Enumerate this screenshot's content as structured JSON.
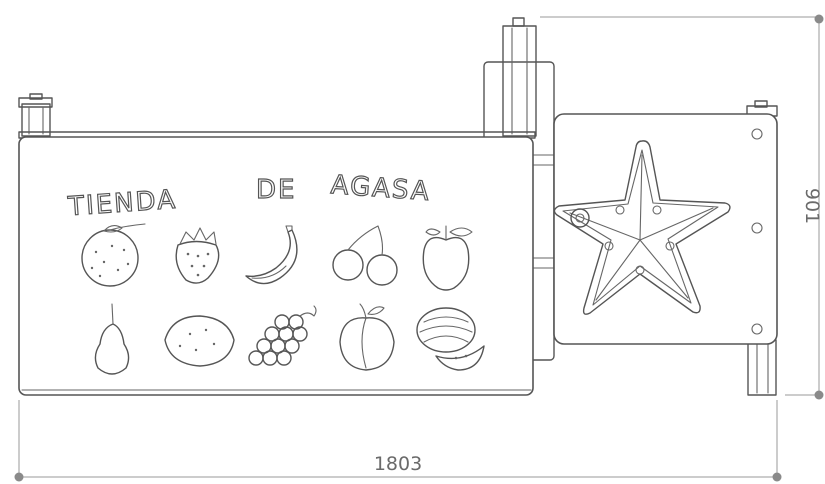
{
  "panel": {
    "title_words": [
      "TIENDA",
      "DE",
      "AGASA"
    ]
  },
  "fruits_row1": [
    "orange-icon",
    "strawberry-icon",
    "banana-icon",
    "cherries-icon",
    "apple-icon"
  ],
  "fruits_row2": [
    "pear-icon",
    "lemon-icon",
    "grapes-icon",
    "peach-icon",
    "watermelon-icon"
  ],
  "dimensions": {
    "width": "1803",
    "height": "901"
  },
  "colors": {
    "line": "#555555",
    "dimension": "#9a9a9a"
  }
}
